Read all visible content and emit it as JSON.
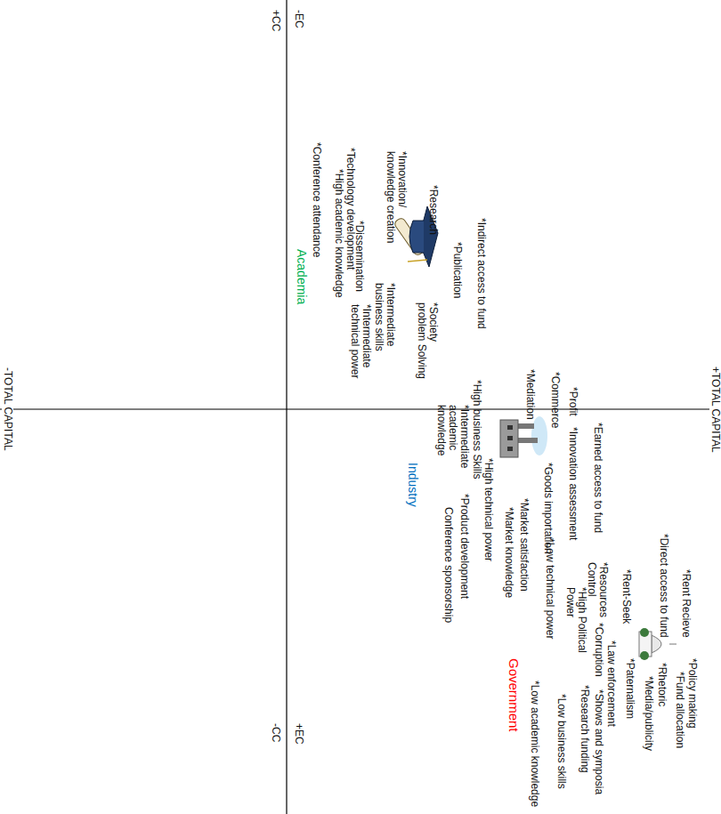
{
  "diagram": {
    "labels": [
      "+TOTAL CAPITAL",
      "-TOTAL CAPITAL",
      "+CC",
      "-EC",
      "-CC",
      "+EC",
      "*Indirect access to fund",
      "*Publication",
      "*Research",
      "*Society problem Solving",
      "*Innovation/ knowledge creation",
      "*Intermediate business skills",
      "*Dissemination",
      "*Technology development",
      "*High academic knowledge",
      "*Intermediate technical power",
      "*Conference attendance",
      "Academia",
      "*Earned access to fund",
      "*Profit",
      "*Innovation assessment",
      "*Commerce",
      "*Goods importation",
      "*Mediation",
      "*Market satisfaction",
      "*Market knowledge",
      "*High technical power",
      "*High business Skills",
      "*Intermediate academic knowledge",
      "*Product development",
      "Conference sponsorship",
      "Industry",
      "*Policy making",
      "*Fund allocation",
      "*Rent Recieve",
      "*Direct access to fund",
      "*Rhetoric",
      "*Media/publicity",
      "*Rent-Seek",
      "*Paternalism",
      "*Law enforcement",
      "*Resources Control",
      "*Corruption",
      "*Shows and symposia",
      "*High Political Power",
      "*Research funding",
      "*Low technical power",
      "*Low business skills",
      "*Low academic knowledge",
      "Government"
    ]
  }
}
